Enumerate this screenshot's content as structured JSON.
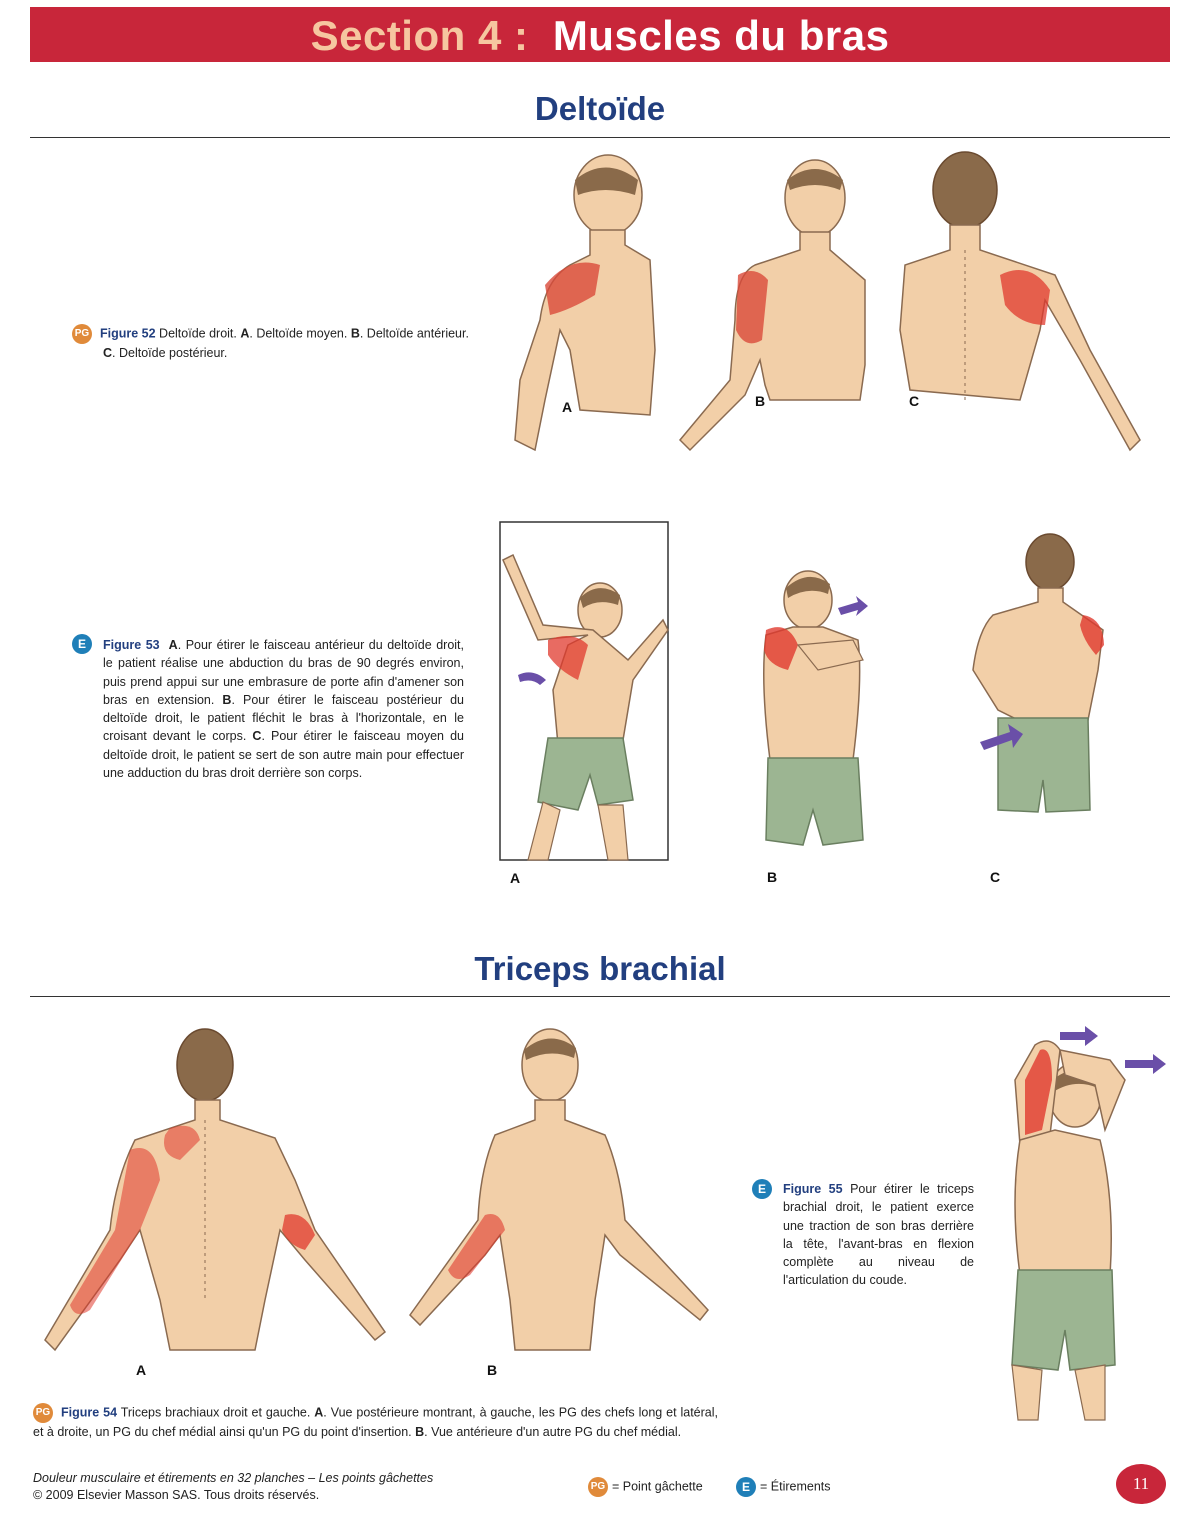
{
  "header": {
    "section_number": "Section 4 :",
    "section_title": "Muscles du bras"
  },
  "sections": {
    "deltoid": "Deltoïde",
    "triceps": "Triceps brachial"
  },
  "fig52": {
    "badge": "PG",
    "label": "Figure 52",
    "p1": " Deltoïde droit. ",
    "a": "A",
    "p2": ". Deltoïde moyen. ",
    "b": "B",
    "p3": ". Deltoïde antérieur.",
    "c": "C",
    "p4": ". Deltoïde postérieur."
  },
  "fig53": {
    "badge": "E",
    "label": "Figure 53",
    "a": "A",
    "p1": ". Pour étirer le faisceau antérieur du deltoïde droit, le patient réalise une abduction du bras de 90 degrés environ, puis prend appui sur une embrasure de porte afin d'amener son bras en extension. ",
    "b": "B",
    "p2": ". Pour étirer le faisceau postérieur du deltoïde droit, le patient fléchit le bras à l'horizontale, en le croisant devant le corps. ",
    "c": "C",
    "p3": ". Pour étirer le faisceau moyen du deltoïde droit, le patient se sert de son autre main pour effectuer une adduction du bras droit derrière son corps."
  },
  "fig54": {
    "badge": "PG",
    "label": "Figure 54",
    "p1": " Triceps brachiaux droit et gauche. ",
    "a": "A",
    "p2": ". Vue postérieure montrant, à gauche, les PG des chefs long et latéral, et à droite, un PG du chef médial ainsi qu'un PG du point d'insertion. ",
    "b": "B",
    "p3": ". Vue antérieure d'un autre PG du chef médial."
  },
  "fig55": {
    "badge": "E",
    "label": "Figure 55",
    "p1": " Pour étirer le triceps brachial droit, le patient exerce une traction de son bras derrière la tête, l'avant-bras en flexion complète au niveau de l'articulation du coude."
  },
  "illustration_labels": {
    "a": "A",
    "b": "B",
    "c": "C"
  },
  "footer": {
    "book_title": "Douleur musculaire et étirements en 32 planches – Les points gâchettes",
    "copyright": "© 2009 Elsevier Masson SAS. Tous droits réservés.",
    "legend_pg_badge": "PG",
    "legend_pg": "= Point gâchette",
    "legend_e_badge": "E",
    "legend_e": "= Étirements",
    "page_number": "11"
  },
  "colors": {
    "banner": "#c8263a",
    "section_title": "#223f7f",
    "pg_badge": "#e08a3a",
    "e_badge": "#1f7fb8",
    "skin": "#f2cfa8",
    "pain": "#e03a2e",
    "shorts": "#9cb592",
    "arrow": "#6a4fa8"
  }
}
